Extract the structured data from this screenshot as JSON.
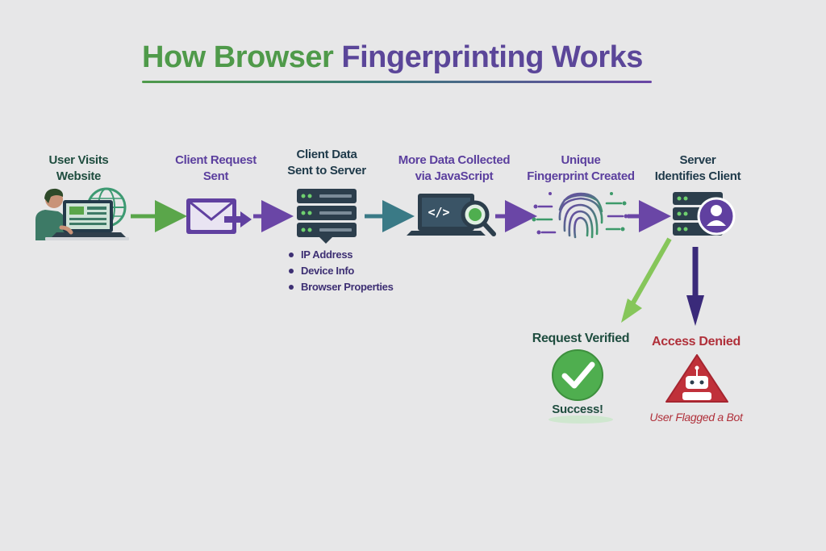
{
  "title": {
    "part1": "How Browser",
    "part2": "Fingerprinting Works"
  },
  "steps": [
    {
      "label": "User Visits\nWebsite"
    },
    {
      "label": "Client Request\nSent"
    },
    {
      "label": "Client Data\nSent to Server"
    },
    {
      "label": "More Data Collected\nvia JavaScript"
    },
    {
      "label": "Unique\nFingerprint Created"
    },
    {
      "label": "Server\nIdentifies Client"
    }
  ],
  "data_items": [
    "IP Address",
    "Device Info",
    "Browser Properties"
  ],
  "outcomes": {
    "success": {
      "title": "Request Verified",
      "note": "Success!"
    },
    "denied": {
      "title": "Access Denied",
      "note": "User Flagged a Bot"
    }
  },
  "colors": {
    "green": "#5aa64a",
    "purple": "#6040a0",
    "teal": "#3a7a86",
    "dark_navy": "#1f3a4a",
    "red": "#c0313a"
  },
  "icons": [
    "user-laptop-icon",
    "globe-icon",
    "envelope-icon",
    "server-icon",
    "code-laptop-icon",
    "magnifier-icon",
    "fingerprint-icon",
    "server-user-icon",
    "checkmark-icon",
    "robot-warning-icon"
  ]
}
